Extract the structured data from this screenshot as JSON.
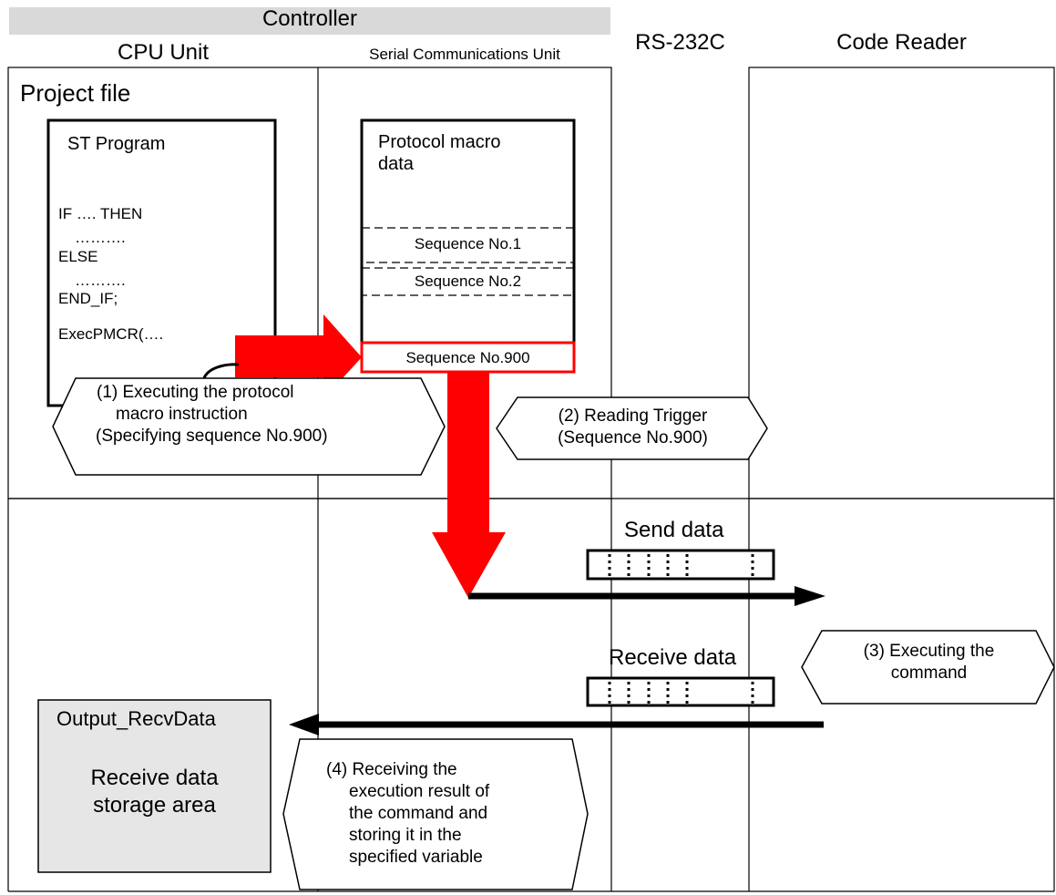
{
  "header": {
    "controller": "Controller",
    "cpu_unit": "CPU Unit",
    "serial_unit": "Serial Communications Unit",
    "rs232c": "RS-232C",
    "code_reader": "Code Reader"
  },
  "project_file": "Project file",
  "st_program": {
    "title": "ST Program",
    "lines": [
      "IF …. THEN",
      "……….",
      "ELSE",
      "……….",
      "END_IF;",
      "ExecPMCR(…."
    ]
  },
  "protocol_macro": {
    "title_line1": "Protocol macro",
    "title_line2": "data",
    "seq1": "Sequence No.1",
    "seq2": "Sequence No.2",
    "seq900": "Sequence No.900"
  },
  "callouts": {
    "step1": [
      "(1) Executing the protocol",
      "macro instruction",
      "(Specifying sequence No.900)"
    ],
    "step2": [
      "(2) Reading Trigger",
      "(Sequence No.900)"
    ],
    "step3": [
      "(3) Executing the",
      "command"
    ],
    "step4": [
      "(4) Receiving the",
      "execution result of",
      "the command and",
      "storing it in the",
      "specified variable"
    ]
  },
  "send_data": "Send data",
  "receive_data": "Receive data",
  "output": {
    "name": "Output_RecvData",
    "desc_line1": "Receive data",
    "desc_line2": "storage area"
  },
  "colors": {
    "accent_red": "#ff0000",
    "header_gray": "#d9d9d9",
    "storage_gray": "#e6e6e6",
    "line": "#000000"
  }
}
